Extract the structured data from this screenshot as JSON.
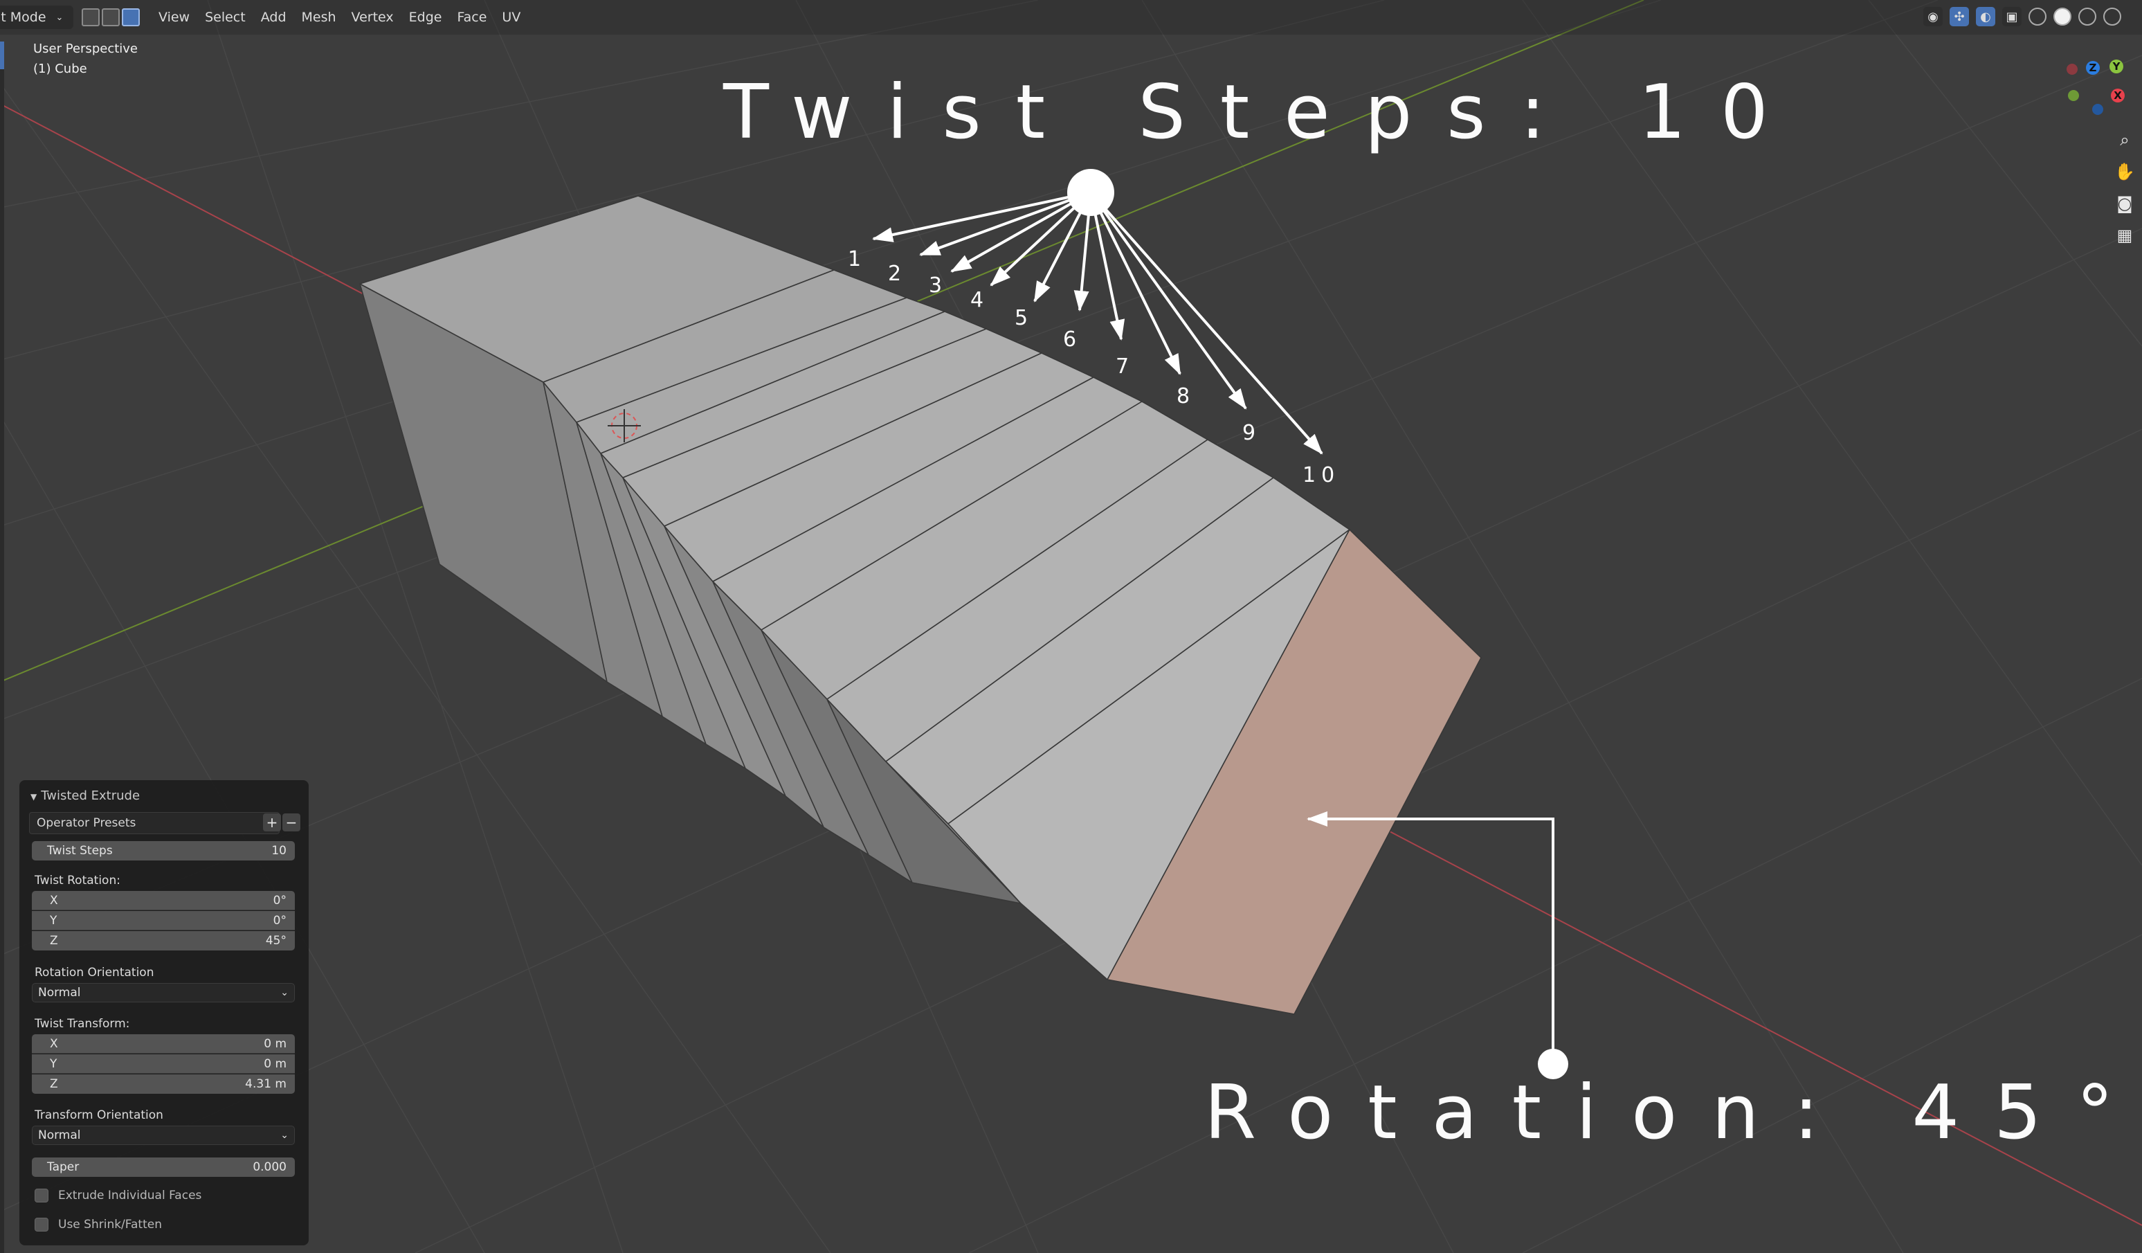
{
  "header": {
    "mode_label": "it Mode",
    "menus": [
      "View",
      "Select",
      "Add",
      "Mesh",
      "Vertex",
      "Edge",
      "Face",
      "UV"
    ]
  },
  "viewport_info": {
    "perspective": "User Perspective",
    "object": "(1) Cube"
  },
  "gizmo": {
    "axes": [
      "X",
      "Y",
      "Z"
    ],
    "colors": {
      "x": "#e8414c",
      "y": "#8bc43f",
      "z": "#2b7de0"
    }
  },
  "annotations": {
    "title": "Twist Steps: 10",
    "rotation": "Rotation: 45°",
    "steps": [
      "1",
      "2",
      "3",
      "4",
      "5",
      "6",
      "7",
      "8",
      "9",
      "10"
    ]
  },
  "panel": {
    "title": "Twisted Extrude",
    "presets_label": "Operator Presets",
    "twist_steps_label": "Twist Steps",
    "twist_steps_value": "10",
    "twist_rotation_label": "Twist Rotation:",
    "rotation": [
      {
        "axis": "X",
        "value": "0°"
      },
      {
        "axis": "Y",
        "value": "0°"
      },
      {
        "axis": "Z",
        "value": "45°"
      }
    ],
    "rotation_orientation_label": "Rotation Orientation",
    "rotation_orientation_value": "Normal",
    "twist_transform_label": "Twist Transform:",
    "transform": [
      {
        "axis": "X",
        "value": "0 m"
      },
      {
        "axis": "Y",
        "value": "0 m"
      },
      {
        "axis": "Z",
        "value": "4.31 m"
      }
    ],
    "transform_orientation_label": "Transform Orientation",
    "transform_orientation_value": "Normal",
    "taper_label": "Taper",
    "taper_value": "0.000",
    "extrude_individual_label": "Extrude Individual Faces",
    "shrink_fatten_label": "Use Shrink/Fatten"
  },
  "colors": {
    "background": "#3d3d3d",
    "mesh_top": "#a3a3a3",
    "mesh_side": "#7d7d7d",
    "selected_face": "#b8998d",
    "accent": "#4772b3"
  }
}
